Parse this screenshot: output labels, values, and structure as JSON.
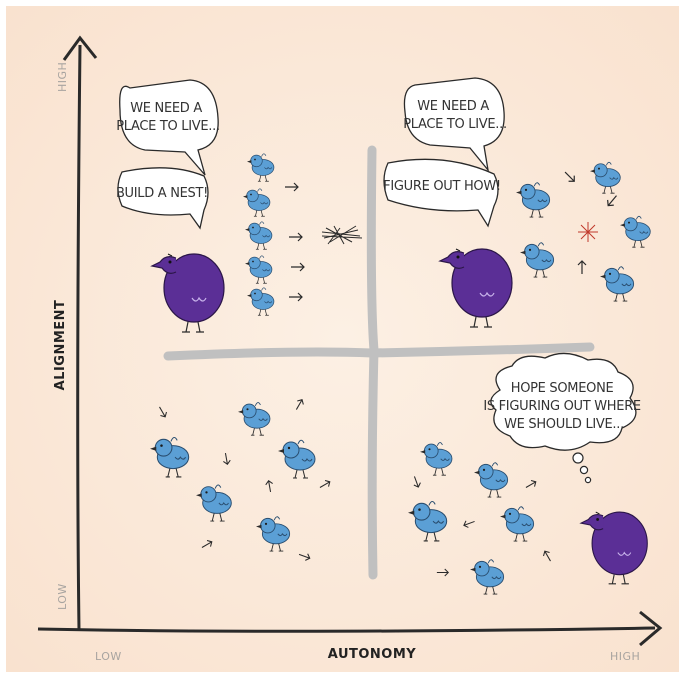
{
  "axes": {
    "x_title": "AUTONOMY",
    "y_title": "ALIGNMENT",
    "x_low": "LOW",
    "x_high": "HIGH",
    "y_low": "LOW",
    "y_high": "HIGH"
  },
  "quadrants": {
    "top_left": {
      "leader_speech_1": [
        "WE NEED A",
        "PLACE TO LIVE..."
      ],
      "leader_speech_2": [
        "BUILD A NEST!"
      ]
    },
    "top_right": {
      "leader_speech_1": [
        "WE NEED A",
        "PLACE TO LIVE..."
      ],
      "leader_speech_2": [
        "FIGURE OUT HOW!"
      ]
    },
    "bottom_right": {
      "leader_thought": [
        "HOPE SOMEONE",
        "IS FIGURING OUT WHERE",
        "WE SHOULD LIVE..."
      ]
    }
  },
  "colors": {
    "background": "#fbe9da",
    "bird_blue": "#5b9fd5",
    "bird_purple": "#5b2f96",
    "divider": "#c0c0c0",
    "ink": "#2a2a2a"
  },
  "icons": {
    "bird": "blue-bird-icon",
    "leader": "purple-bird-icon",
    "nest": "nest-icon",
    "arrow": "arrow-icon"
  }
}
